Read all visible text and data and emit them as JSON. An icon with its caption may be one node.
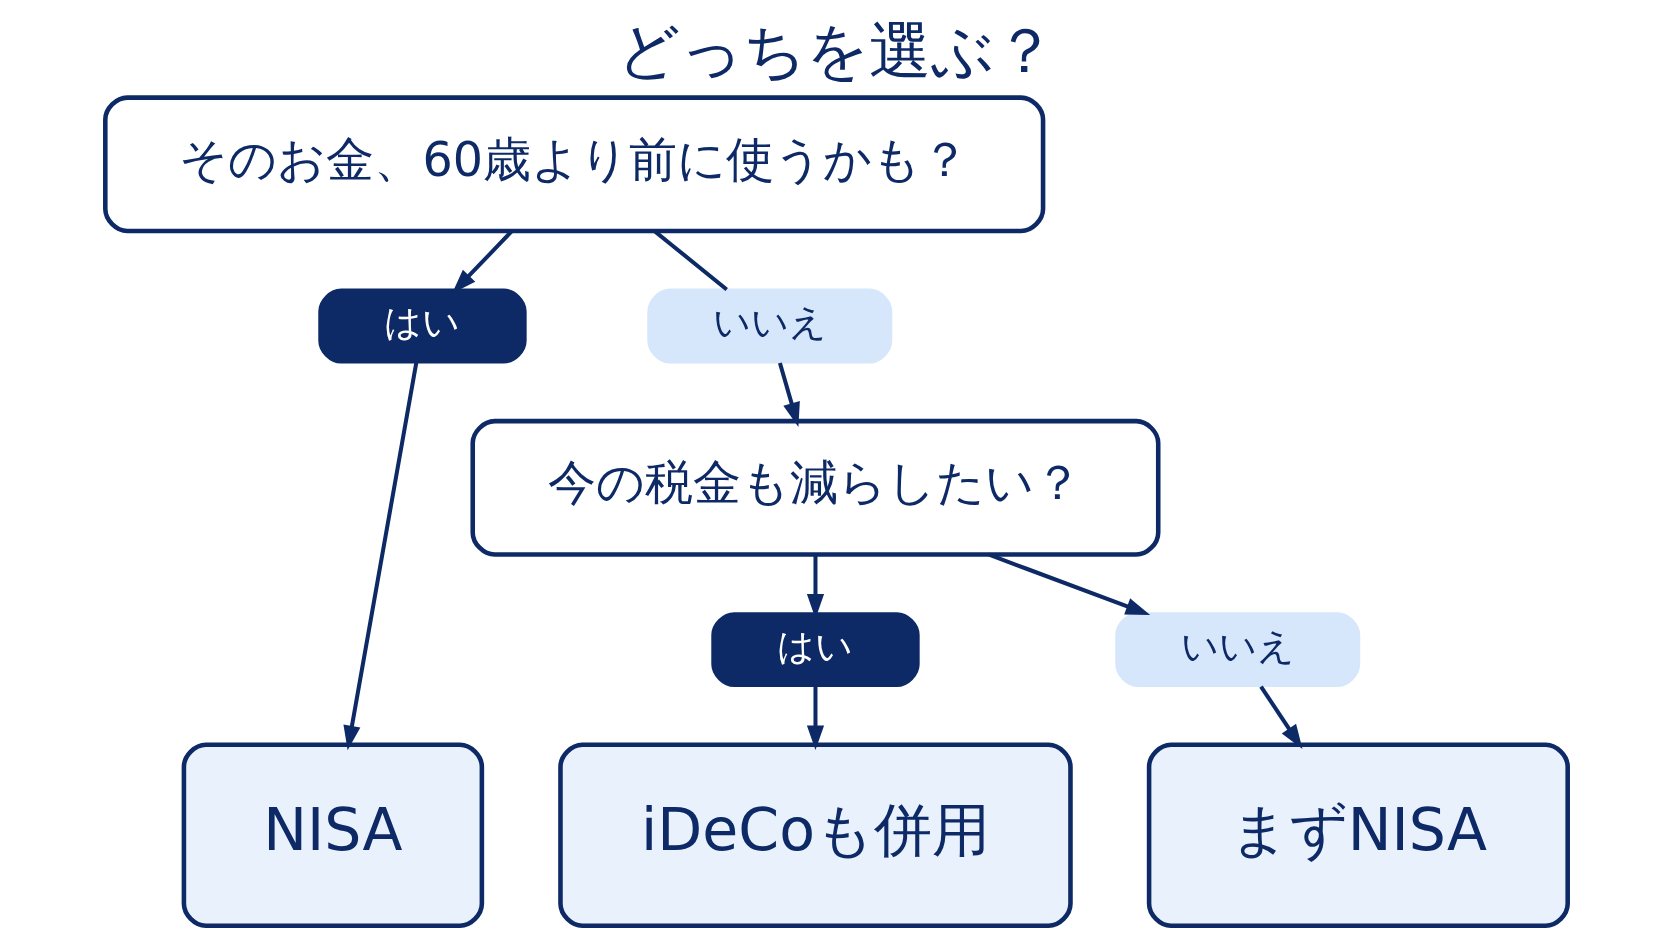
{
  "diagram": {
    "title": "どっちを選ぶ？",
    "nodes": [
      {
        "text": [
          "そのお金、60歳より前に使うかも？"
        ]
      },
      {
        "text": [
          "はい"
        ]
      },
      {
        "text": [
          "いいえ"
        ]
      },
      {
        "text": [
          "今の税金も減らしたい？"
        ]
      },
      {
        "text": [
          "はい"
        ]
      },
      {
        "text": [
          "いいえ"
        ]
      },
      {
        "text": [
          "NISA"
        ]
      },
      {
        "text": [
          "iDeCoも併用"
        ]
      },
      {
        "text": [
          "まずNISA"
        ]
      }
    ],
    "edges": [
      {
        "from": 0,
        "to": 1,
        "arrow": "to"
      },
      {
        "from": 1,
        "to": 6,
        "arrow": "to"
      },
      {
        "from": 0,
        "to": 2,
        "arrow": "none"
      },
      {
        "from": 2,
        "to": 3,
        "arrow": "to"
      },
      {
        "from": 3,
        "to": 4,
        "arrow": "to"
      },
      {
        "from": 4,
        "to": 7,
        "arrow": "to"
      },
      {
        "from": 3,
        "to": 5,
        "arrow": "to"
      },
      {
        "from": 5,
        "to": 8,
        "arrow": "to"
      }
    ]
  }
}
